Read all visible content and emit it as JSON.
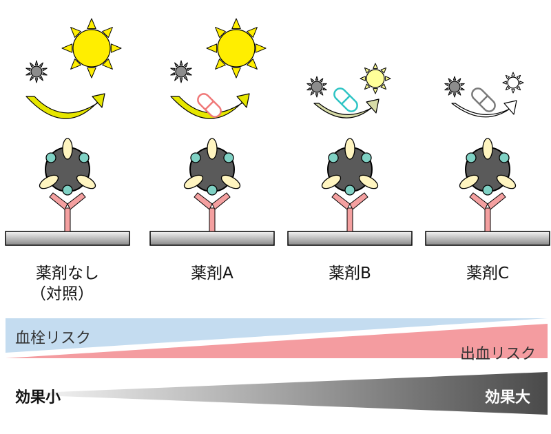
{
  "panels": [
    {
      "label_line1": "薬剤なし",
      "label_line2": "（対照）",
      "drug": "none",
      "small_star_color": "#8c8c8c",
      "big_sun_color": "#ffee00",
      "arrow_color": "#e6e600",
      "pill_color": ""
    },
    {
      "label_line1": "薬剤A",
      "label_line2": "",
      "drug": "A",
      "small_star_color": "#8c8c8c",
      "big_sun_color": "#ffee00",
      "arrow_color": "#e6e600",
      "pill_color": "#f07878"
    },
    {
      "label_line1": "薬剤B",
      "label_line2": "",
      "drug": "B",
      "small_star_color": "#8c8c8c",
      "big_sun_color": "#ffff99",
      "arrow_color": "#d8dca8",
      "pill_color": "#2ec4c4"
    },
    {
      "label_line1": "薬剤C",
      "label_line2": "",
      "drug": "C",
      "small_star_color": "#8c8c8c",
      "big_sun_color": "#ffffff",
      "arrow_color": "#ffffff",
      "pill_color": "#7a7a7a"
    }
  ],
  "risk_bars": {
    "thrombosis_label": "血栓リスク",
    "thrombosis_color": "#c4dcf0",
    "bleeding_label": "出血リスク",
    "bleeding_color": "#f49ca0"
  },
  "effect_bar": {
    "small_label": "効果小",
    "large_label": "効果大",
    "small_color": "#ffffff",
    "large_color": "#4a4a4a"
  },
  "colors": {
    "cell_body": "#5a5a5a",
    "cell_bead_green": "#7fd1c4",
    "cell_bead_cream": "#fff5c0",
    "receptor": "#f4a0a0",
    "membrane_light": "#f4f4f4",
    "membrane_dark": "#888888"
  }
}
